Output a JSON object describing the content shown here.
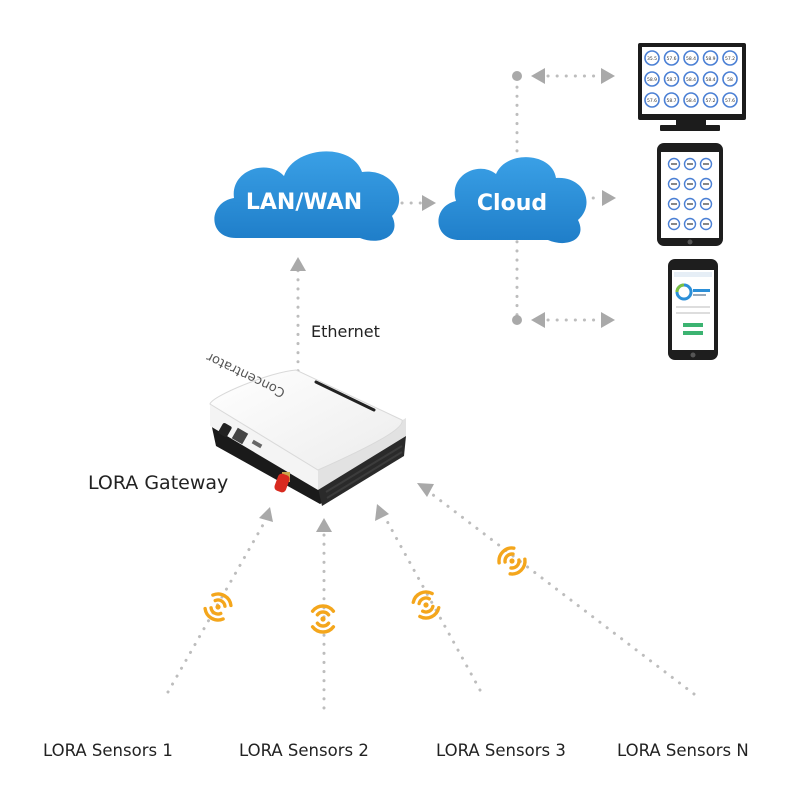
{
  "network": {
    "cloud_left": "LAN/WAN",
    "cloud_right": "Cloud",
    "ethernet": "Ethernet",
    "gateway": "LORA Gateway",
    "gateway_brand": "Concentrator"
  },
  "sensors": [
    {
      "label": "LORA Sensors 1"
    },
    {
      "label": "LORA Sensors 2"
    },
    {
      "label": "LORA Sensors 3"
    },
    {
      "label": "LORA Sensors N"
    }
  ],
  "clients": {
    "monitor_values": [
      "35.5",
      "57.6",
      "58.4",
      "58.9",
      "57.2",
      "58.9",
      "58.7",
      "58.4",
      "58.4",
      "58",
      "57.6",
      "58.7",
      "58.4",
      "57.2",
      "57.6"
    ]
  },
  "colors": {
    "cloud": "#2b8fd8",
    "signal": "#f4a61c",
    "dots": "#bdbdbd",
    "antenna": "#d82a1f"
  }
}
